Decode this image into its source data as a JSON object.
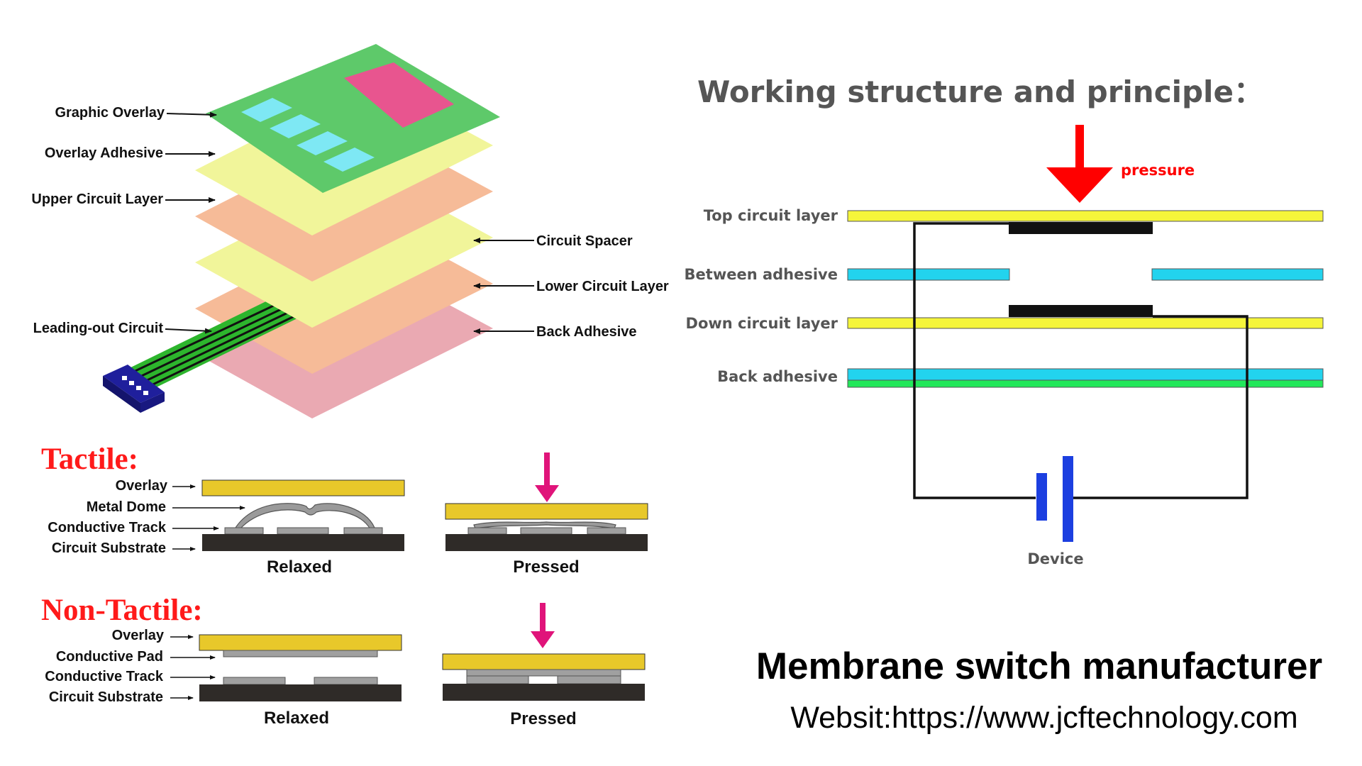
{
  "exploded_view": {
    "labels_left": {
      "graphic_overlay": "Graphic Overlay",
      "overlay_adhesive": "Overlay Adhesive",
      "upper_circuit_layer": "Upper Circuit Layer",
      "leading_out_circuit": "Leading-out Circuit"
    },
    "labels_right": {
      "circuit_spacer": "Circuit Spacer",
      "lower_circuit_layer": "Lower Circuit Layer",
      "back_adhesive": "Back Adhesive"
    },
    "colors": {
      "graphic_overlay": "#5ec96a",
      "window_cyan": "#7ee8f4",
      "window_pink": "#e8558f",
      "adhesive_yellow": "#f1f59a",
      "circuit_peach": "#f6bb98",
      "back_adhesive_pink": "#eaa9b2",
      "tail_green": "#2db52d",
      "connector_blue": "#1f1f9c"
    }
  },
  "tactile": {
    "heading": "Tactile:",
    "labels": {
      "overlay": "Overlay",
      "metal_dome": "Metal Dome",
      "conductive_track": "Conductive Track",
      "circuit_substrate": "Circuit Substrate"
    },
    "captions": {
      "relaxed": "Relaxed",
      "pressed": "Pressed"
    }
  },
  "non_tactile": {
    "heading": "Non-Tactile:",
    "labels": {
      "overlay": "Overlay",
      "conductive_pad": "Conductive Pad",
      "conductive_track": "Conductive Track",
      "circuit_substrate": "Circuit Substrate"
    },
    "captions": {
      "relaxed": "Relaxed",
      "pressed": "Pressed"
    }
  },
  "principle": {
    "title": "Working structure and principle：",
    "pressure_label": "pressure",
    "layers": {
      "top_circuit_layer": "Top circuit layer",
      "between_adhesive": "Between adhesive",
      "down_circuit_layer": "Down circuit layer",
      "back_adhesive": "Back adhesive"
    },
    "device_label": "Device",
    "colors": {
      "pressure_arrow": "#ff0000",
      "circuit_yellow": "#f5f53a",
      "adhesive_cyan": "#22d3ee",
      "adhesive_green": "#22e85a",
      "battery_blue": "#1c3fe0"
    }
  },
  "footer": {
    "brand": "Membrane switch manufacturer",
    "website": "Websit:https://www.jcftechnology.com"
  }
}
